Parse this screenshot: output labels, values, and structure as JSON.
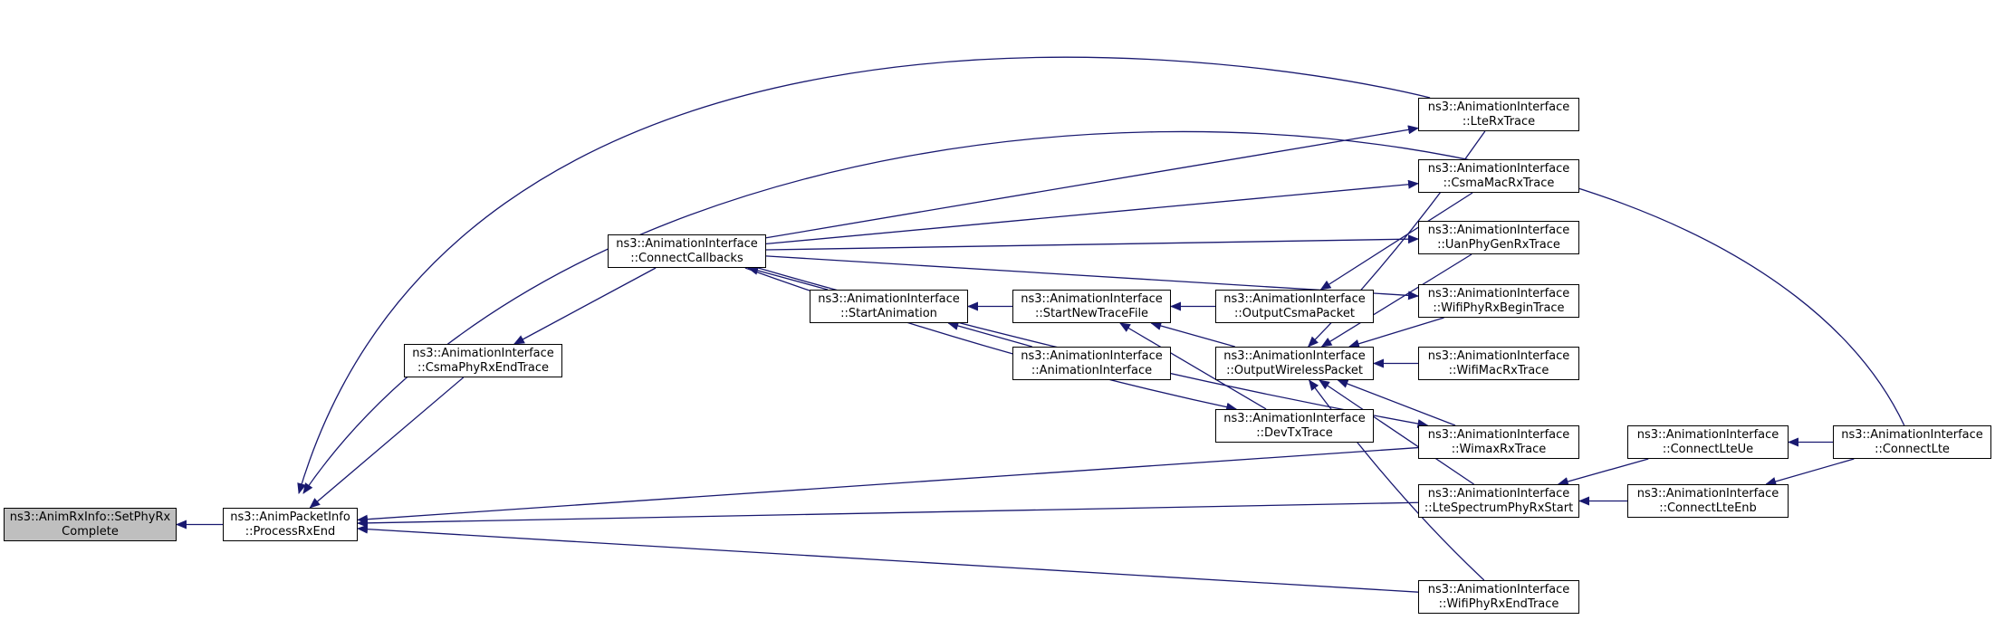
{
  "graph": {
    "edge_color": "#191970",
    "root_fill": "#bfbfbf",
    "nodes": [
      {
        "id": "set-phy-rx-complete",
        "lines": [
          "ns3::AnimRxInfo::SetPhyRx",
          "Complete"
        ],
        "root": true
      },
      {
        "id": "process-rx-end",
        "lines": [
          "ns3::AnimPacketInfo",
          "::ProcessRxEnd"
        ]
      },
      {
        "id": "csma-phy-rx-end-trace",
        "lines": [
          "ns3::AnimationInterface",
          "::CsmaPhyRxEndTrace"
        ]
      },
      {
        "id": "connect-callbacks",
        "lines": [
          "ns3::AnimationInterface",
          "::ConnectCallbacks"
        ]
      },
      {
        "id": "start-animation",
        "lines": [
          "ns3::AnimationInterface",
          "::StartAnimation"
        ]
      },
      {
        "id": "start-new-trace-file",
        "lines": [
          "ns3::AnimationInterface",
          "::StartNewTraceFile"
        ]
      },
      {
        "id": "animation-interface-ctor",
        "lines": [
          "ns3::AnimationInterface",
          "::AnimationInterface"
        ]
      },
      {
        "id": "output-csma-packet",
        "lines": [
          "ns3::AnimationInterface",
          "::OutputCsmaPacket"
        ]
      },
      {
        "id": "output-wireless-packet",
        "lines": [
          "ns3::AnimationInterface",
          "::OutputWirelessPacket"
        ]
      },
      {
        "id": "dev-tx-trace",
        "lines": [
          "ns3::AnimationInterface",
          "::DevTxTrace"
        ]
      },
      {
        "id": "lte-rx-trace",
        "lines": [
          "ns3::AnimationInterface",
          "::LteRxTrace"
        ]
      },
      {
        "id": "csma-mac-rx-trace",
        "lines": [
          "ns3::AnimationInterface",
          "::CsmaMacRxTrace"
        ]
      },
      {
        "id": "uan-phy-gen-rx-trace",
        "lines": [
          "ns3::AnimationInterface",
          "::UanPhyGenRxTrace"
        ]
      },
      {
        "id": "wifi-phy-rx-begin-trace",
        "lines": [
          "ns3::AnimationInterface",
          "::WifiPhyRxBeginTrace"
        ]
      },
      {
        "id": "wifi-mac-rx-trace",
        "lines": [
          "ns3::AnimationInterface",
          "::WifiMacRxTrace"
        ]
      },
      {
        "id": "wimax-rx-trace",
        "lines": [
          "ns3::AnimationInterface",
          "::WimaxRxTrace"
        ]
      },
      {
        "id": "lte-spectrum-phy-rx-start",
        "lines": [
          "ns3::AnimationInterface",
          "::LteSpectrumPhyRxStart"
        ]
      },
      {
        "id": "wifi-phy-rx-end-trace",
        "lines": [
          "ns3::AnimationInterface",
          "::WifiPhyRxEndTrace"
        ]
      },
      {
        "id": "connect-lte-ue",
        "lines": [
          "ns3::AnimationInterface",
          "::ConnectLteUe"
        ]
      },
      {
        "id": "connect-lte-enb",
        "lines": [
          "ns3::AnimationInterface",
          "::ConnectLteEnb"
        ]
      },
      {
        "id": "connect-lte",
        "lines": [
          "ns3::AnimationInterface",
          "::ConnectLte"
        ]
      }
    ],
    "edges": [
      {
        "from": "process-rx-end",
        "to": "set-phy-rx-complete"
      },
      {
        "from": "csma-phy-rx-end-trace",
        "to": "process-rx-end"
      },
      {
        "from": "lte-rx-trace",
        "to": "process-rx-end"
      },
      {
        "from": "wimax-rx-trace",
        "to": "process-rx-end"
      },
      {
        "from": "lte-spectrum-phy-rx-start",
        "to": "process-rx-end"
      },
      {
        "from": "wifi-phy-rx-end-trace",
        "to": "process-rx-end"
      },
      {
        "from": "connect-callbacks",
        "to": "csma-phy-rx-end-trace"
      },
      {
        "from": "start-animation",
        "to": "connect-callbacks"
      },
      {
        "from": "start-new-trace-file",
        "to": "start-animation"
      },
      {
        "from": "animation-interface-ctor",
        "to": "start-animation"
      },
      {
        "from": "output-csma-packet",
        "to": "start-new-trace-file"
      },
      {
        "from": "output-wireless-packet",
        "to": "start-new-trace-file"
      },
      {
        "from": "dev-tx-trace",
        "to": "start-new-trace-file"
      },
      {
        "from": "connect-callbacks",
        "to": "lte-rx-trace"
      },
      {
        "from": "connect-callbacks",
        "to": "csma-mac-rx-trace"
      },
      {
        "from": "connect-callbacks",
        "to": "uan-phy-gen-rx-trace"
      },
      {
        "from": "connect-callbacks",
        "to": "wifi-phy-rx-begin-trace"
      },
      {
        "from": "connect-callbacks",
        "to": "dev-tx-trace"
      },
      {
        "from": "connect-callbacks",
        "to": "wimax-rx-trace"
      },
      {
        "from": "connect-lte",
        "to": "process-rx-end"
      },
      {
        "from": "csma-mac-rx-trace",
        "to": "output-csma-packet"
      },
      {
        "from": "lte-rx-trace",
        "to": "output-wireless-packet"
      },
      {
        "from": "uan-phy-gen-rx-trace",
        "to": "output-wireless-packet"
      },
      {
        "from": "wifi-phy-rx-begin-trace",
        "to": "output-wireless-packet"
      },
      {
        "from": "wifi-mac-rx-trace",
        "to": "output-wireless-packet"
      },
      {
        "from": "wimax-rx-trace",
        "to": "output-wireless-packet"
      },
      {
        "from": "lte-spectrum-phy-rx-start",
        "to": "output-wireless-packet"
      },
      {
        "from": "wifi-phy-rx-end-trace",
        "to": "output-wireless-packet"
      },
      {
        "from": "connect-lte-ue",
        "to": "lte-spectrum-phy-rx-start"
      },
      {
        "from": "connect-lte-enb",
        "to": "lte-spectrum-phy-rx-start"
      },
      {
        "from": "connect-lte",
        "to": "connect-lte-ue"
      },
      {
        "from": "connect-lte",
        "to": "connect-lte-enb"
      }
    ]
  }
}
